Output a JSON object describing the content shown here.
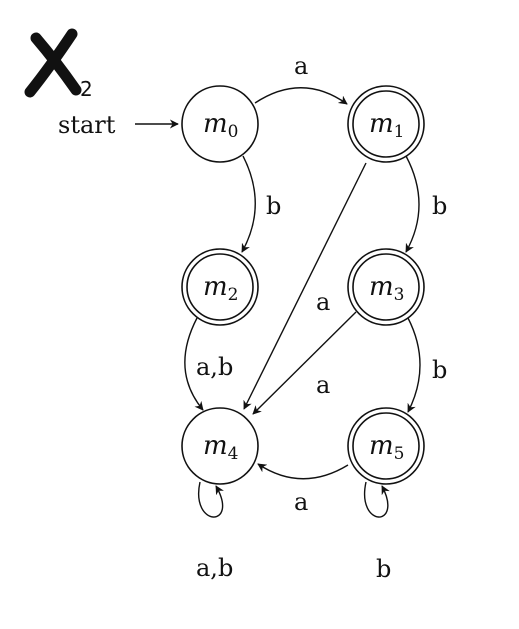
{
  "automaton": {
    "start_label": "start",
    "states": [
      {
        "id": "m0",
        "name": "m",
        "sub": "0",
        "accepting": false
      },
      {
        "id": "m1",
        "name": "m",
        "sub": "1",
        "accepting": true
      },
      {
        "id": "m2",
        "name": "m",
        "sub": "2",
        "accepting": true
      },
      {
        "id": "m3",
        "name": "m",
        "sub": "3",
        "accepting": true
      },
      {
        "id": "m4",
        "name": "m",
        "sub": "4",
        "accepting": false
      },
      {
        "id": "m5",
        "name": "m",
        "sub": "5",
        "accepting": true
      }
    ],
    "transitions": [
      {
        "from": "m0",
        "to": "m1",
        "label": "a"
      },
      {
        "from": "m0",
        "to": "m2",
        "label": "b"
      },
      {
        "from": "m1",
        "to": "m3",
        "label": "b"
      },
      {
        "from": "m1",
        "to": "m4",
        "label": "a"
      },
      {
        "from": "m2",
        "to": "m4",
        "label": "a,b"
      },
      {
        "from": "m3",
        "to": "m4",
        "label": "a"
      },
      {
        "from": "m3",
        "to": "m5",
        "label": "b"
      },
      {
        "from": "m5",
        "to": "m4",
        "label": "a"
      },
      {
        "from": "m4",
        "to": "m4",
        "label": "a,b"
      },
      {
        "from": "m5",
        "to": "m5",
        "label": "b"
      }
    ]
  },
  "annotation": {
    "mark": "X",
    "subscript": "2"
  }
}
